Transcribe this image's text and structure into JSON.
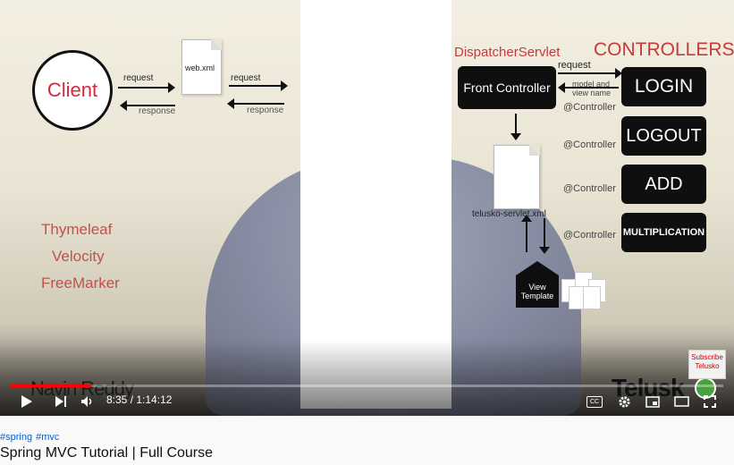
{
  "video": {
    "diagram": {
      "client": "Client",
      "request_label": "request",
      "response_label": "response",
      "webxml": "web.xml",
      "dispatcher_title": "DispatcherServlet",
      "controllers_title": "CONTROLLERS",
      "front_controller": "Front Controller",
      "model_view": "model and view name",
      "controller_annotation": "@Controller",
      "controllers": [
        "LOGIN",
        "LOGOUT",
        "ADD",
        "MULTIPLICATION"
      ],
      "servlet_xml": "telusko-servlet.xml",
      "view_template": "View Template",
      "engines": [
        "Thymeleaf",
        "Velocity",
        "FreeMarker"
      ]
    },
    "watermark_name": "Navin Reddy",
    "brand": "Telusk",
    "subscribe_badge": "Subscribe Telusko"
  },
  "player": {
    "progress": 0.1127,
    "time_current": "8:35",
    "time_separator": " / ",
    "time_total": "1:14:12",
    "cc_label": "CC"
  },
  "info": {
    "hashtags": [
      "#spring",
      "#mvc"
    ],
    "title": "Spring MVC Tutorial | Full Course"
  },
  "colors": {
    "progress": "#ff0000",
    "hashtag": "#065fd4",
    "accent_red": "#c63b3b"
  }
}
